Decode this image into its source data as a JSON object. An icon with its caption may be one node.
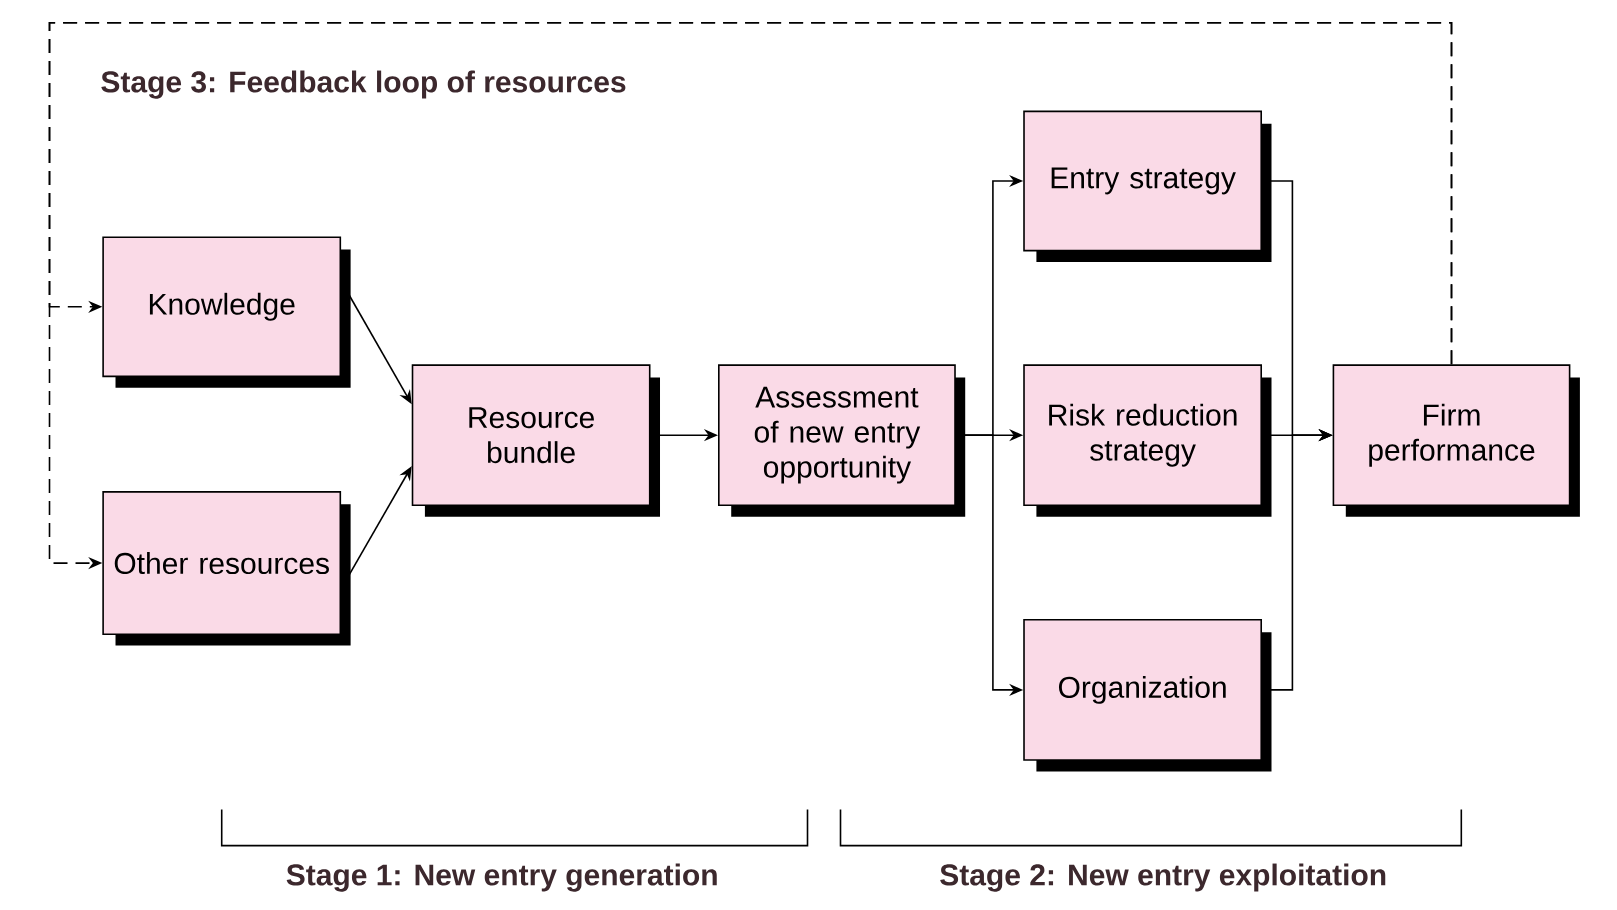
{
  "diagram": {
    "nodes": [
      {
        "text": [
          "Knowledge"
        ]
      },
      {
        "text": [
          "Other resources"
        ]
      },
      {
        "text": [
          "Resource bundle"
        ]
      },
      {
        "text": [
          "Assessment of new entry opportunity"
        ]
      },
      {
        "text": [
          "Entry strategy"
        ]
      },
      {
        "text": [
          "Risk reduction strategy"
        ]
      },
      {
        "text": [
          "Organization"
        ]
      },
      {
        "text": [
          "Firm performance"
        ]
      }
    ],
    "edges": [
      {
        "from": 0,
        "to": 2,
        "arrow": "to"
      },
      {
        "from": 1,
        "to": 2,
        "arrow": "to"
      },
      {
        "from": 2,
        "to": 3,
        "arrow": "to"
      },
      {
        "from": 3,
        "to": 4,
        "arrow": "to"
      },
      {
        "from": 3,
        "to": 5,
        "arrow": "to"
      },
      {
        "from": 3,
        "to": 6,
        "arrow": "to"
      },
      {
        "from": 4,
        "to": 7,
        "arrow": "to"
      },
      {
        "from": 5,
        "to": 7,
        "arrow": "to"
      },
      {
        "from": 6,
        "to": 7,
        "arrow": "to"
      },
      {
        "from": 7,
        "to": 0,
        "arrow": "to",
        "style": "dashed"
      },
      {
        "from": 7,
        "to": 1,
        "arrow": "to",
        "style": "dashed"
      }
    ],
    "labels": [
      "Stage 3: Feedback loop of resources",
      "Stage 1: New entry generation",
      "Stage 2: New entry exploitation"
    ]
  }
}
